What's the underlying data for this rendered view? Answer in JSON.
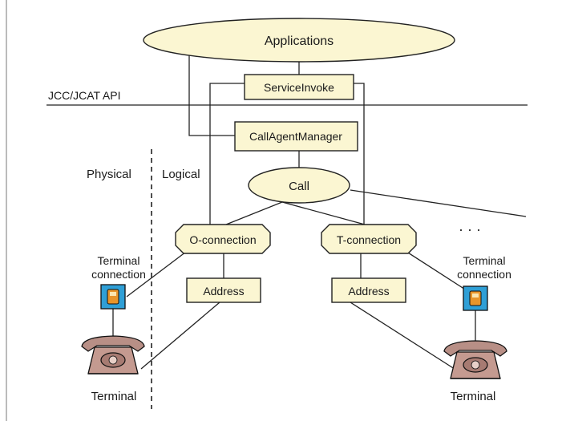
{
  "diagram": {
    "api_label": "JCC/JCAT API",
    "physical_label": "Physical",
    "logical_label": "Logical",
    "nodes": {
      "applications": "Applications",
      "service_invoke": "ServiceInvoke",
      "call_agent_manager": "CallAgentManager",
      "call": "Call",
      "o_connection": "O-connection",
      "t_connection": "T-connection",
      "address_left": "Address",
      "address_right": "Address"
    },
    "terminal_connection_left": [
      "Terminal",
      "connection"
    ],
    "terminal_connection_right": [
      "Terminal",
      "connection"
    ],
    "terminal_left": "Terminal",
    "terminal_right": "Terminal",
    "ellipsis": "· · ·"
  },
  "colors": {
    "node_fill": "#fbf6d2",
    "line": "#222222",
    "device_blue": "#2f9fd6",
    "device_orange": "#e8952a",
    "phone_brown": "#b88f86"
  }
}
